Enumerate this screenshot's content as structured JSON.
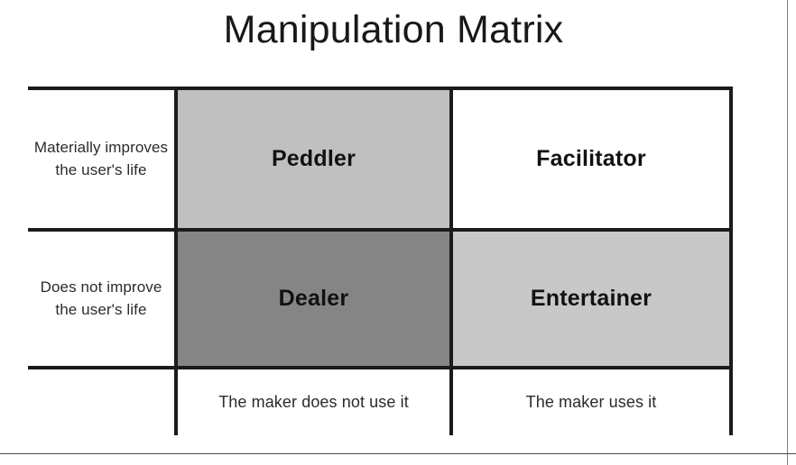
{
  "title": "Manipulation Matrix",
  "matrix": {
    "row_labels": [
      "Materially improves the user's life",
      "Does not improve the user's life"
    ],
    "column_captions": [
      "The maker does not use it",
      "The maker uses it"
    ],
    "quadrants": [
      {
        "label": "Peddler",
        "fill": "#c0c0c0",
        "row": 0,
        "col": 0
      },
      {
        "label": "Facilitator",
        "fill": "#ffffff",
        "row": 0,
        "col": 1
      },
      {
        "label": "Dealer",
        "fill": "#858585",
        "row": 1,
        "col": 0
      },
      {
        "label": "Entertainer",
        "fill": "#c8c8c8",
        "row": 1,
        "col": 1
      }
    ]
  },
  "colors": {
    "rule": "#1b1b1b",
    "frame_rule": "#808080",
    "text": "#17181a",
    "label_text": "#2a2b2d"
  }
}
